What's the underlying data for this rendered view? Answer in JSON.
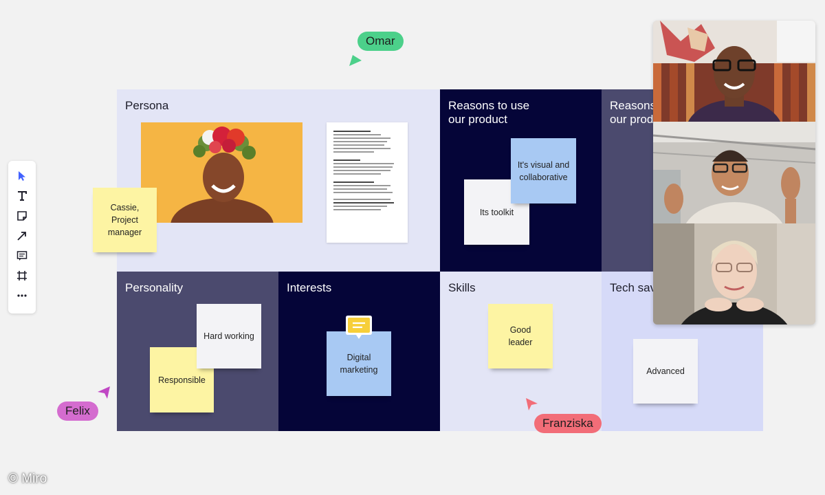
{
  "board": {
    "cells": [
      {
        "id": "persona",
        "title": "Persona"
      },
      {
        "id": "reasons-1",
        "title": "Reasons to use\nour product"
      },
      {
        "id": "reasons-2",
        "title": "Reasons\nour prod"
      },
      {
        "id": "personality",
        "title": "Personality"
      },
      {
        "id": "interests",
        "title": "Interests"
      },
      {
        "id": "skills",
        "title": "Skills"
      },
      {
        "id": "tech",
        "title": "Tech sav"
      }
    ],
    "stickies": {
      "cassie": "Cassie,\nProject\nmanager",
      "visual": "It's visual and\ncollaborative",
      "toolkit": "Its toolkit",
      "hard_working": "Hard working",
      "responsible": "Responsible",
      "digital_marketing": "Digital\nmarketing",
      "good_leader": "Good\nleader",
      "advanced": "Advanced"
    }
  },
  "cursors": {
    "omar": {
      "name": "Omar",
      "color": "#4cd08a"
    },
    "felix": {
      "name": "Felix",
      "color": "#d46ccf"
    },
    "franziska": {
      "name": "Franziska",
      "color": "#f26d78"
    }
  },
  "toolbar": {
    "tools": [
      "select-icon",
      "text-icon",
      "sticky-note-icon",
      "arrow-line-icon",
      "comment-icon",
      "frame-icon",
      "more-icon"
    ]
  },
  "watermark": "© Miro",
  "colors": {
    "persona_bg": "#e3e5f6",
    "dark_navy": "#050538",
    "slate": "#4b4a6e",
    "light_lavender": "#e3e5f6",
    "tech_bg": "#d6daf8",
    "sticky_yellow": "#fdf4a3",
    "sticky_blue": "#a8c9f3",
    "sticky_white": "#f3f3f6",
    "accent_blue": "#4262ff"
  }
}
